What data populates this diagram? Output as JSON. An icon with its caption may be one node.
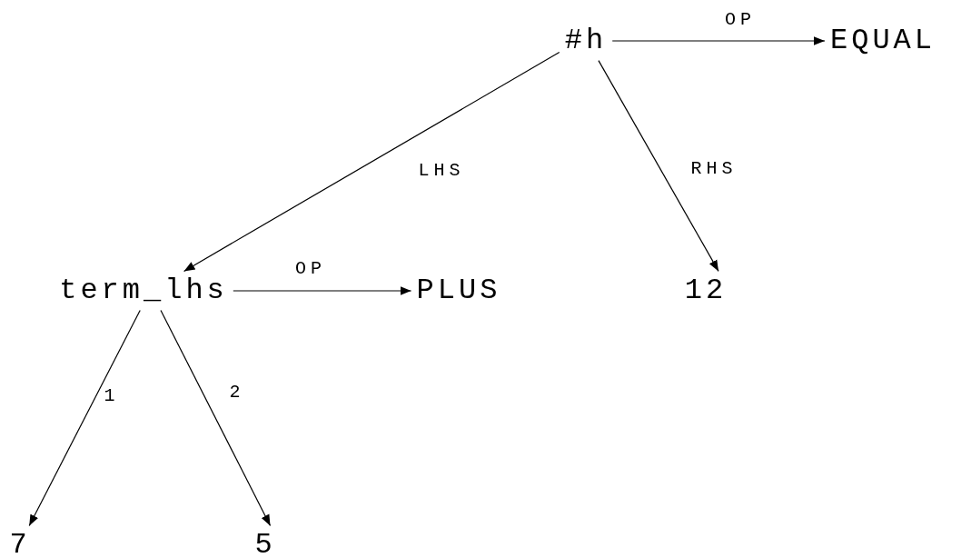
{
  "diagram": {
    "nodes": [
      {
        "text": [
          "#h"
        ]
      },
      {
        "text": [
          "EQUAL"
        ]
      },
      {
        "text": [
          "term_lhs"
        ]
      },
      {
        "text": [
          "PLUS"
        ]
      },
      {
        "text": [
          "12"
        ]
      },
      {
        "text": [
          "7"
        ]
      },
      {
        "text": [
          "5"
        ]
      }
    ],
    "edges": [
      {
        "from": 0,
        "to": 1,
        "arrow": "to",
        "label": "OP"
      },
      {
        "from": 0,
        "to": 2,
        "arrow": "to",
        "label": "LHS"
      },
      {
        "from": 0,
        "to": 4,
        "arrow": "to",
        "label": "RHS"
      },
      {
        "from": 2,
        "to": 3,
        "arrow": "to",
        "label": "OP"
      },
      {
        "from": 2,
        "to": 5,
        "arrow": "to",
        "label": "1"
      },
      {
        "from": 2,
        "to": 6,
        "arrow": "to",
        "label": "2"
      }
    ]
  }
}
